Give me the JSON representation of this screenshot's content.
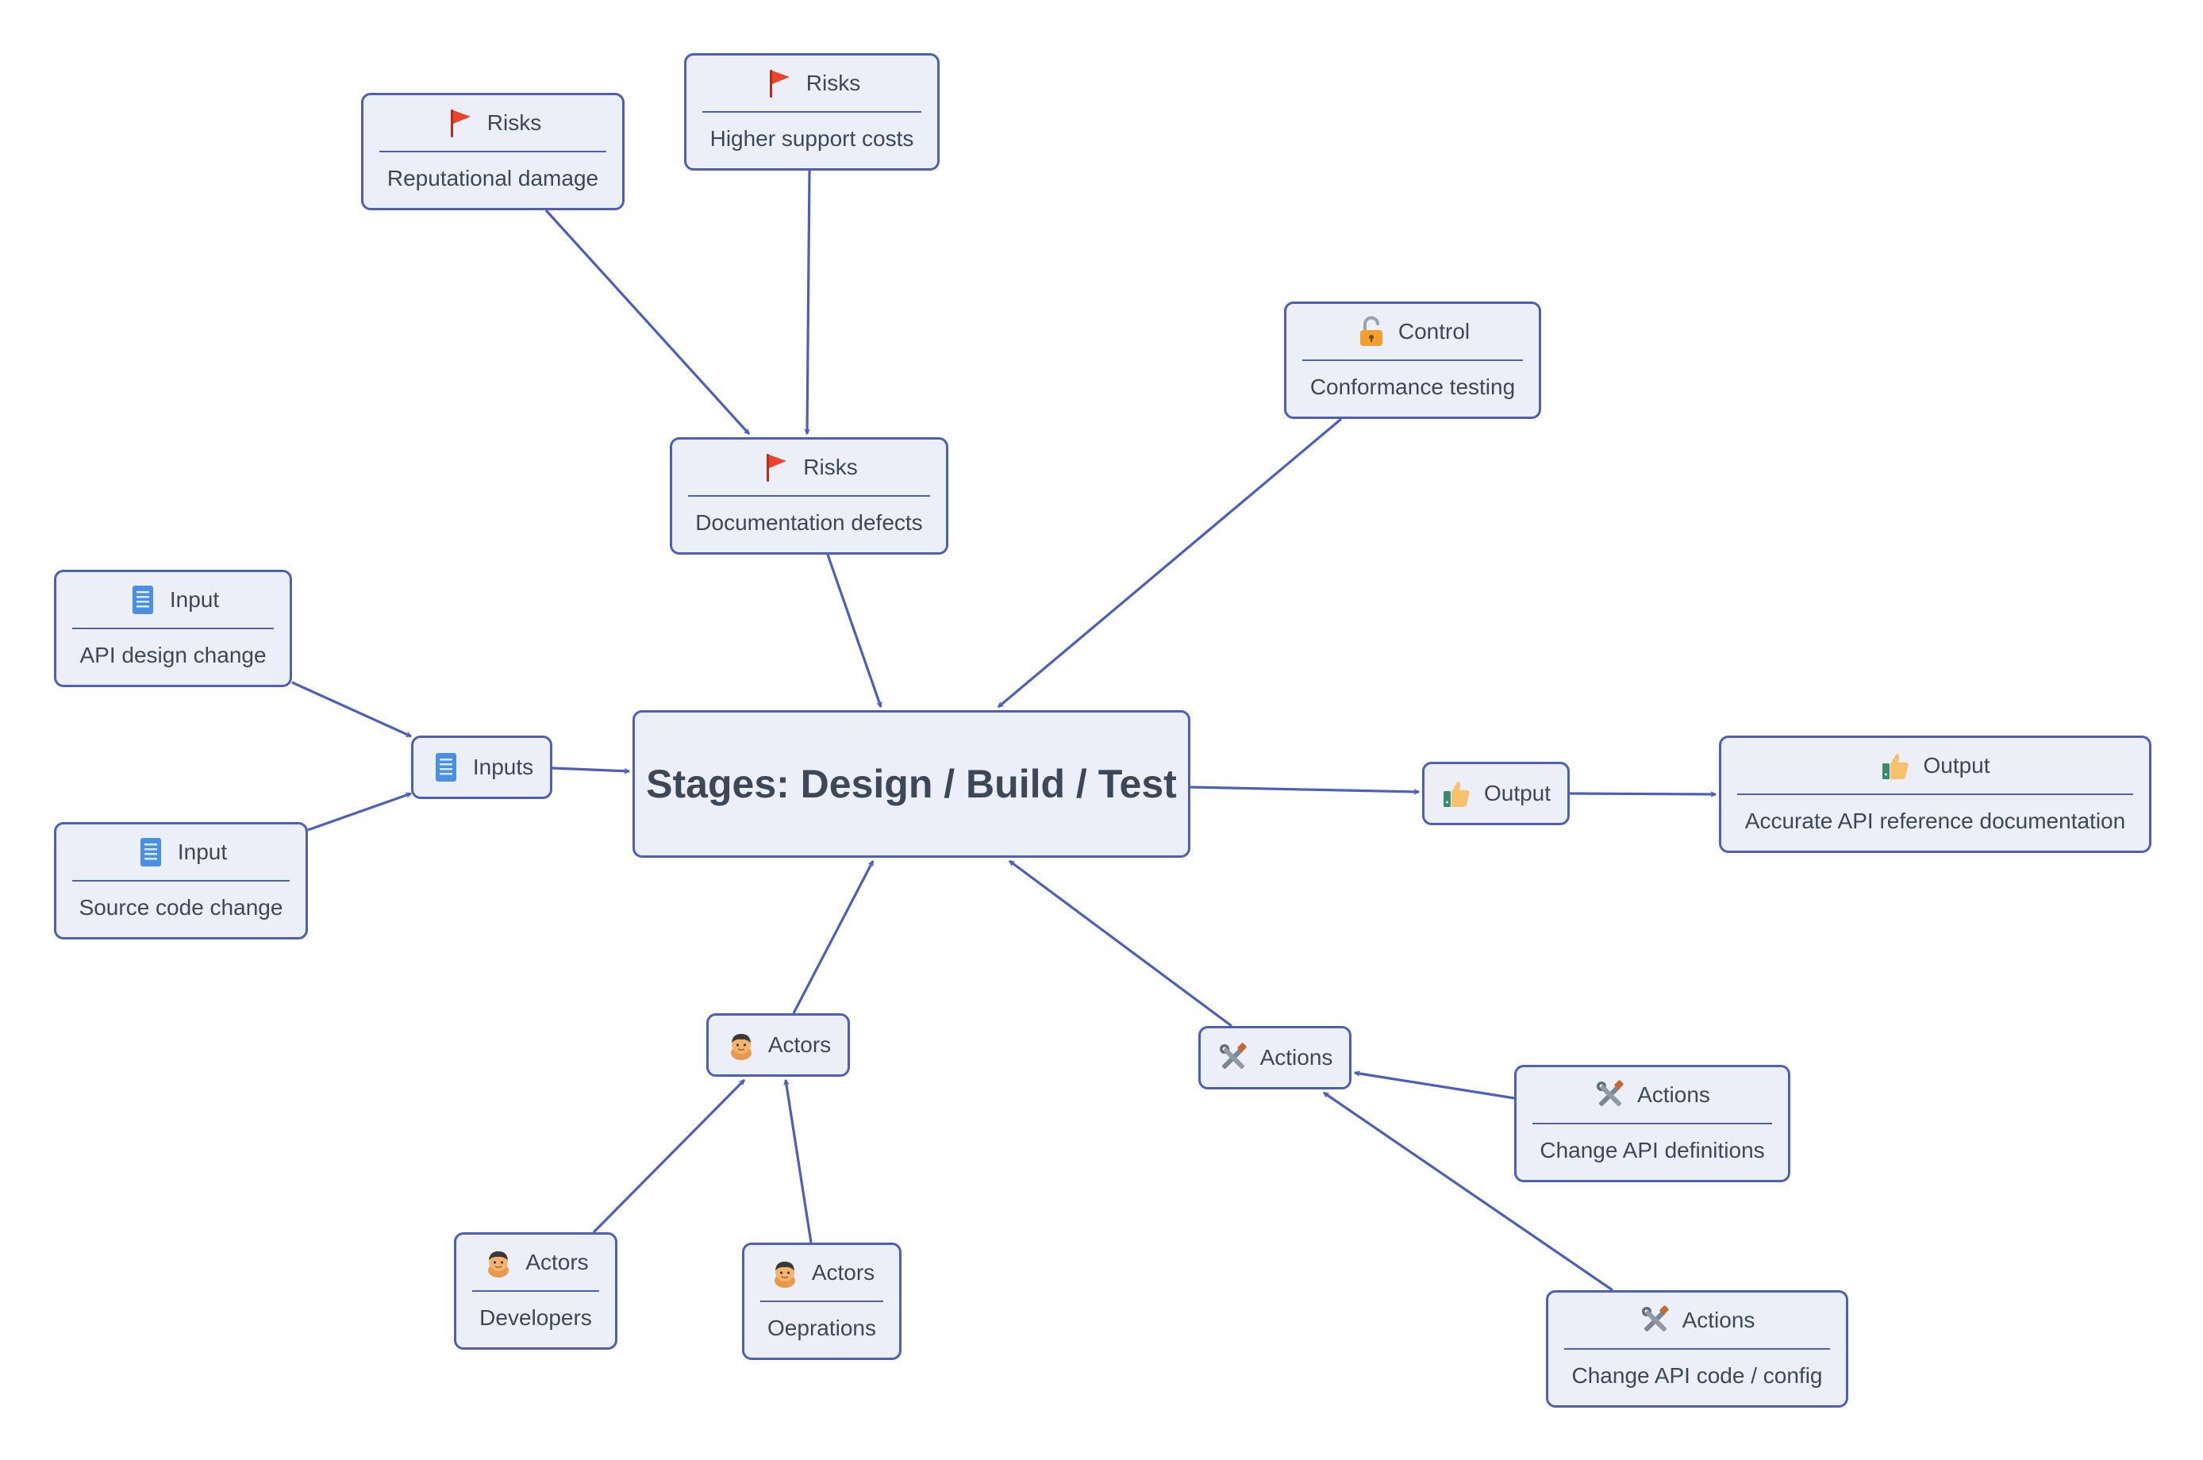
{
  "diagram": {
    "central": {
      "title": "Stages: Design / Build / Test"
    },
    "nodes": {
      "risk_reputational": {
        "label": "Risks",
        "value": "Reputational damage",
        "icon": "flag-icon"
      },
      "risk_support": {
        "label": "Risks",
        "value": "Higher support costs",
        "icon": "flag-icon"
      },
      "risk_docs": {
        "label": "Risks",
        "value": "Documentation defects",
        "icon": "flag-icon"
      },
      "control": {
        "label": "Control",
        "value": "Conformance testing",
        "icon": "open-lock-icon"
      },
      "input_api": {
        "label": "Input",
        "value": "API design change",
        "icon": "document-icon"
      },
      "input_source": {
        "label": "Input",
        "value": "Source code change",
        "icon": "document-icon"
      },
      "inputs": {
        "label": "Inputs",
        "icon": "document-icon"
      },
      "output": {
        "label": "Output",
        "icon": "thumbs-up-icon"
      },
      "output_docs": {
        "label": "Output",
        "value": "Accurate API reference documentation",
        "icon": "thumbs-up-icon"
      },
      "actors": {
        "label": "Actors",
        "icon": "person-icon"
      },
      "actors_dev": {
        "label": "Actors",
        "value": "Developers",
        "icon": "person-icon"
      },
      "actors_ops": {
        "label": "Actors",
        "value": "Oeprations",
        "icon": "person-icon"
      },
      "actions": {
        "label": "Actions",
        "icon": "tools-icon"
      },
      "actions_defs": {
        "label": "Actions",
        "value": "Change API definitions",
        "icon": "tools-icon"
      },
      "actions_code": {
        "label": "Actions",
        "value": "Change API code / config",
        "icon": "tools-icon"
      }
    },
    "colors": {
      "stroke": "#4f5fb8",
      "fill": "#eceff8",
      "text": "#3c4858",
      "flag": "#e8452c",
      "lock": "#f0a030",
      "document": "#4a90e2",
      "thumb": "#f5c16c",
      "skin": "#f3b36d",
      "hair": "#3a3a3a",
      "tools": "#7a8692"
    }
  }
}
